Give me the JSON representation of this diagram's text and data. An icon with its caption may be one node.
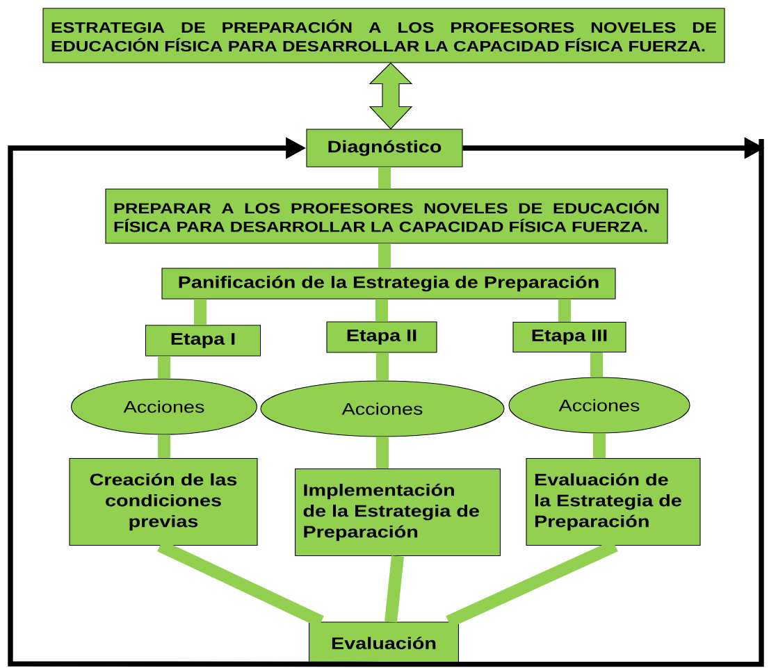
{
  "diagram": {
    "nodes": [
      {
        "text": [
          "ESTRATEGIA DE PREPARACIÓN A LOS PROFESORES NOVELES DE EDUCACIÓN FÍSICA PARA DESARROLLAR LA CAPACIDAD FÍSICA FUERZA."
        ]
      },
      {
        "text": [
          "Diagnóstico"
        ]
      },
      {
        "text": [
          "PREPARAR A LOS PROFESORES NOVELES DE EDUCACIÓN FÍSICA PARA DESARROLLAR LA CAPACIDAD FÍSICA FUERZA."
        ]
      },
      {
        "text": [
          "Panificación de la Estrategia de Preparación"
        ]
      },
      {
        "text": [
          "Etapa I"
        ]
      },
      {
        "text": [
          "Etapa II"
        ]
      },
      {
        "text": [
          "Etapa III"
        ]
      },
      {
        "text": [
          "Acciones"
        ]
      },
      {
        "text": [
          "Acciones"
        ]
      },
      {
        "text": [
          "Acciones"
        ]
      },
      {
        "text": [
          "Creación de las condiciones previas"
        ]
      },
      {
        "text": [
          "Implementación de la Estrategia de Preparación"
        ]
      },
      {
        "text": [
          "Evaluación de la Estrategia de Preparación"
        ]
      },
      {
        "text": [
          "Evaluación"
        ]
      }
    ],
    "edges": [
      {
        "from": 0,
        "to": 1,
        "arrow": "both"
      },
      {
        "from": 1,
        "to": 2,
        "arrow": "none"
      },
      {
        "from": 2,
        "to": 3,
        "arrow": "none"
      },
      {
        "from": 3,
        "to": 4,
        "arrow": "none"
      },
      {
        "from": 3,
        "to": 5,
        "arrow": "none"
      },
      {
        "from": 3,
        "to": 6,
        "arrow": "none"
      },
      {
        "from": 4,
        "to": 7,
        "arrow": "none"
      },
      {
        "from": 5,
        "to": 8,
        "arrow": "none"
      },
      {
        "from": 6,
        "to": 9,
        "arrow": "none"
      },
      {
        "from": 7,
        "to": 10,
        "arrow": "none"
      },
      {
        "from": 8,
        "to": 11,
        "arrow": "none"
      },
      {
        "from": 9,
        "to": 12,
        "arrow": "none"
      },
      {
        "from": 10,
        "to": 13,
        "arrow": "none"
      },
      {
        "from": 11,
        "to": 13,
        "arrow": "none"
      },
      {
        "from": 12,
        "to": 13,
        "arrow": "none"
      },
      {
        "from": 1,
        "to": null,
        "arrow": "to",
        "color": "#000000"
      },
      {
        "from": 13,
        "to": 1,
        "arrow": "to",
        "color": "#000000"
      },
      {
        "from": null,
        "to": 13,
        "arrow": "none",
        "color": "#000000"
      }
    ]
  }
}
